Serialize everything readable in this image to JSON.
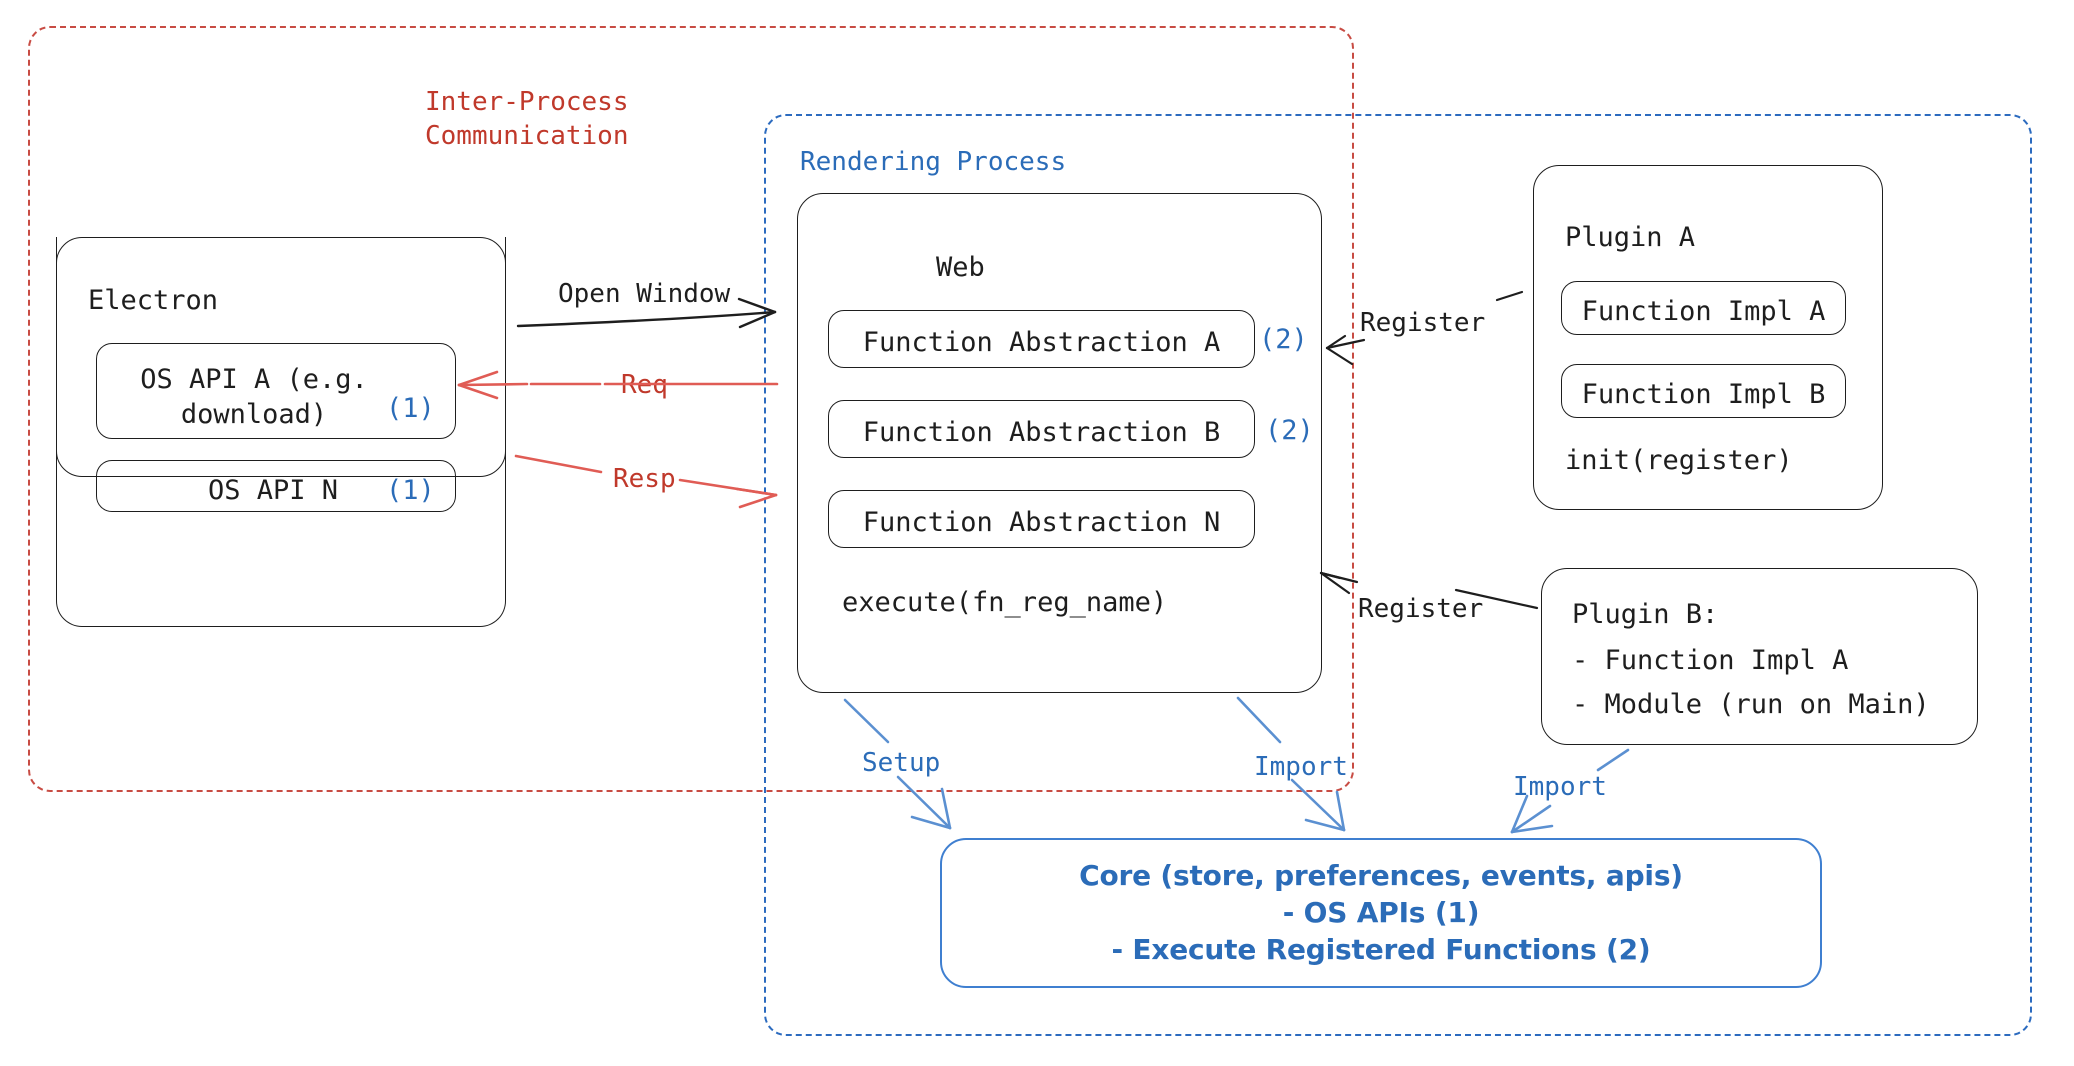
{
  "diagram": {
    "type": "architecture",
    "title": "Electron plugin architecture",
    "colors": {
      "ipc_red": "#c0392b",
      "process_blue": "#2b6cb8",
      "stroke_black": "#1e1e1e",
      "core_blue": "#3f7fd0"
    }
  },
  "containers": {
    "ipc": {
      "label": "Inter-Process\nCommunication",
      "style": "dashed",
      "color": "#c0392b"
    },
    "rendering_process": {
      "label": "Rendering Process",
      "style": "dashed",
      "color": "#2b6cb8"
    }
  },
  "electron": {
    "title": "Electron",
    "items": [
      {
        "label": "OS API A (e.g.\ndownload)",
        "marker": "(1)"
      },
      {
        "label": "OS API N",
        "marker": "(1)"
      }
    ]
  },
  "web": {
    "title": "Web",
    "items": [
      {
        "label": "Function Abstraction A",
        "marker": "(2)"
      },
      {
        "label": "Function Abstraction B",
        "marker": "(2)"
      },
      {
        "label": "Function Abstraction N",
        "marker": ""
      }
    ],
    "footer": "execute(fn_reg_name)"
  },
  "plugin_a": {
    "title": "Plugin A",
    "items": [
      {
        "label": "Function Impl A"
      },
      {
        "label": "Function Impl B"
      }
    ],
    "footer": "init(register)"
  },
  "plugin_b": {
    "title": "Plugin B:",
    "lines": [
      "- Function Impl A",
      "- Module (run on Main)"
    ]
  },
  "core": {
    "lines": [
      "Core (store, preferences, events, apis)",
      "- OS APIs (1)",
      "- Execute Registered Functions (2)"
    ]
  },
  "edges": [
    {
      "id": "open-window",
      "label": "Open Window",
      "color": "#1e1e1e",
      "from": "electron",
      "to": "rendering-process"
    },
    {
      "id": "req",
      "label": "Req",
      "color": "#e05c55",
      "from": "web",
      "to": "electron"
    },
    {
      "id": "resp",
      "label": "Resp",
      "color": "#e05c55",
      "from": "electron",
      "to": "web"
    },
    {
      "id": "register-a",
      "label": "Register",
      "color": "#1e1e1e",
      "from": "plugin-a",
      "to": "web"
    },
    {
      "id": "register-b",
      "label": "Register",
      "color": "#1e1e1e",
      "from": "plugin-b",
      "to": "web"
    },
    {
      "id": "setup",
      "label": "Setup",
      "color": "#4a87cf",
      "from": "web",
      "to": "core"
    },
    {
      "id": "import-web",
      "label": "Import",
      "color": "#4a87cf",
      "from": "web",
      "to": "core"
    },
    {
      "id": "import-plugin-b",
      "label": "Import",
      "color": "#4a87cf",
      "from": "plugin-b",
      "to": "core"
    }
  ]
}
